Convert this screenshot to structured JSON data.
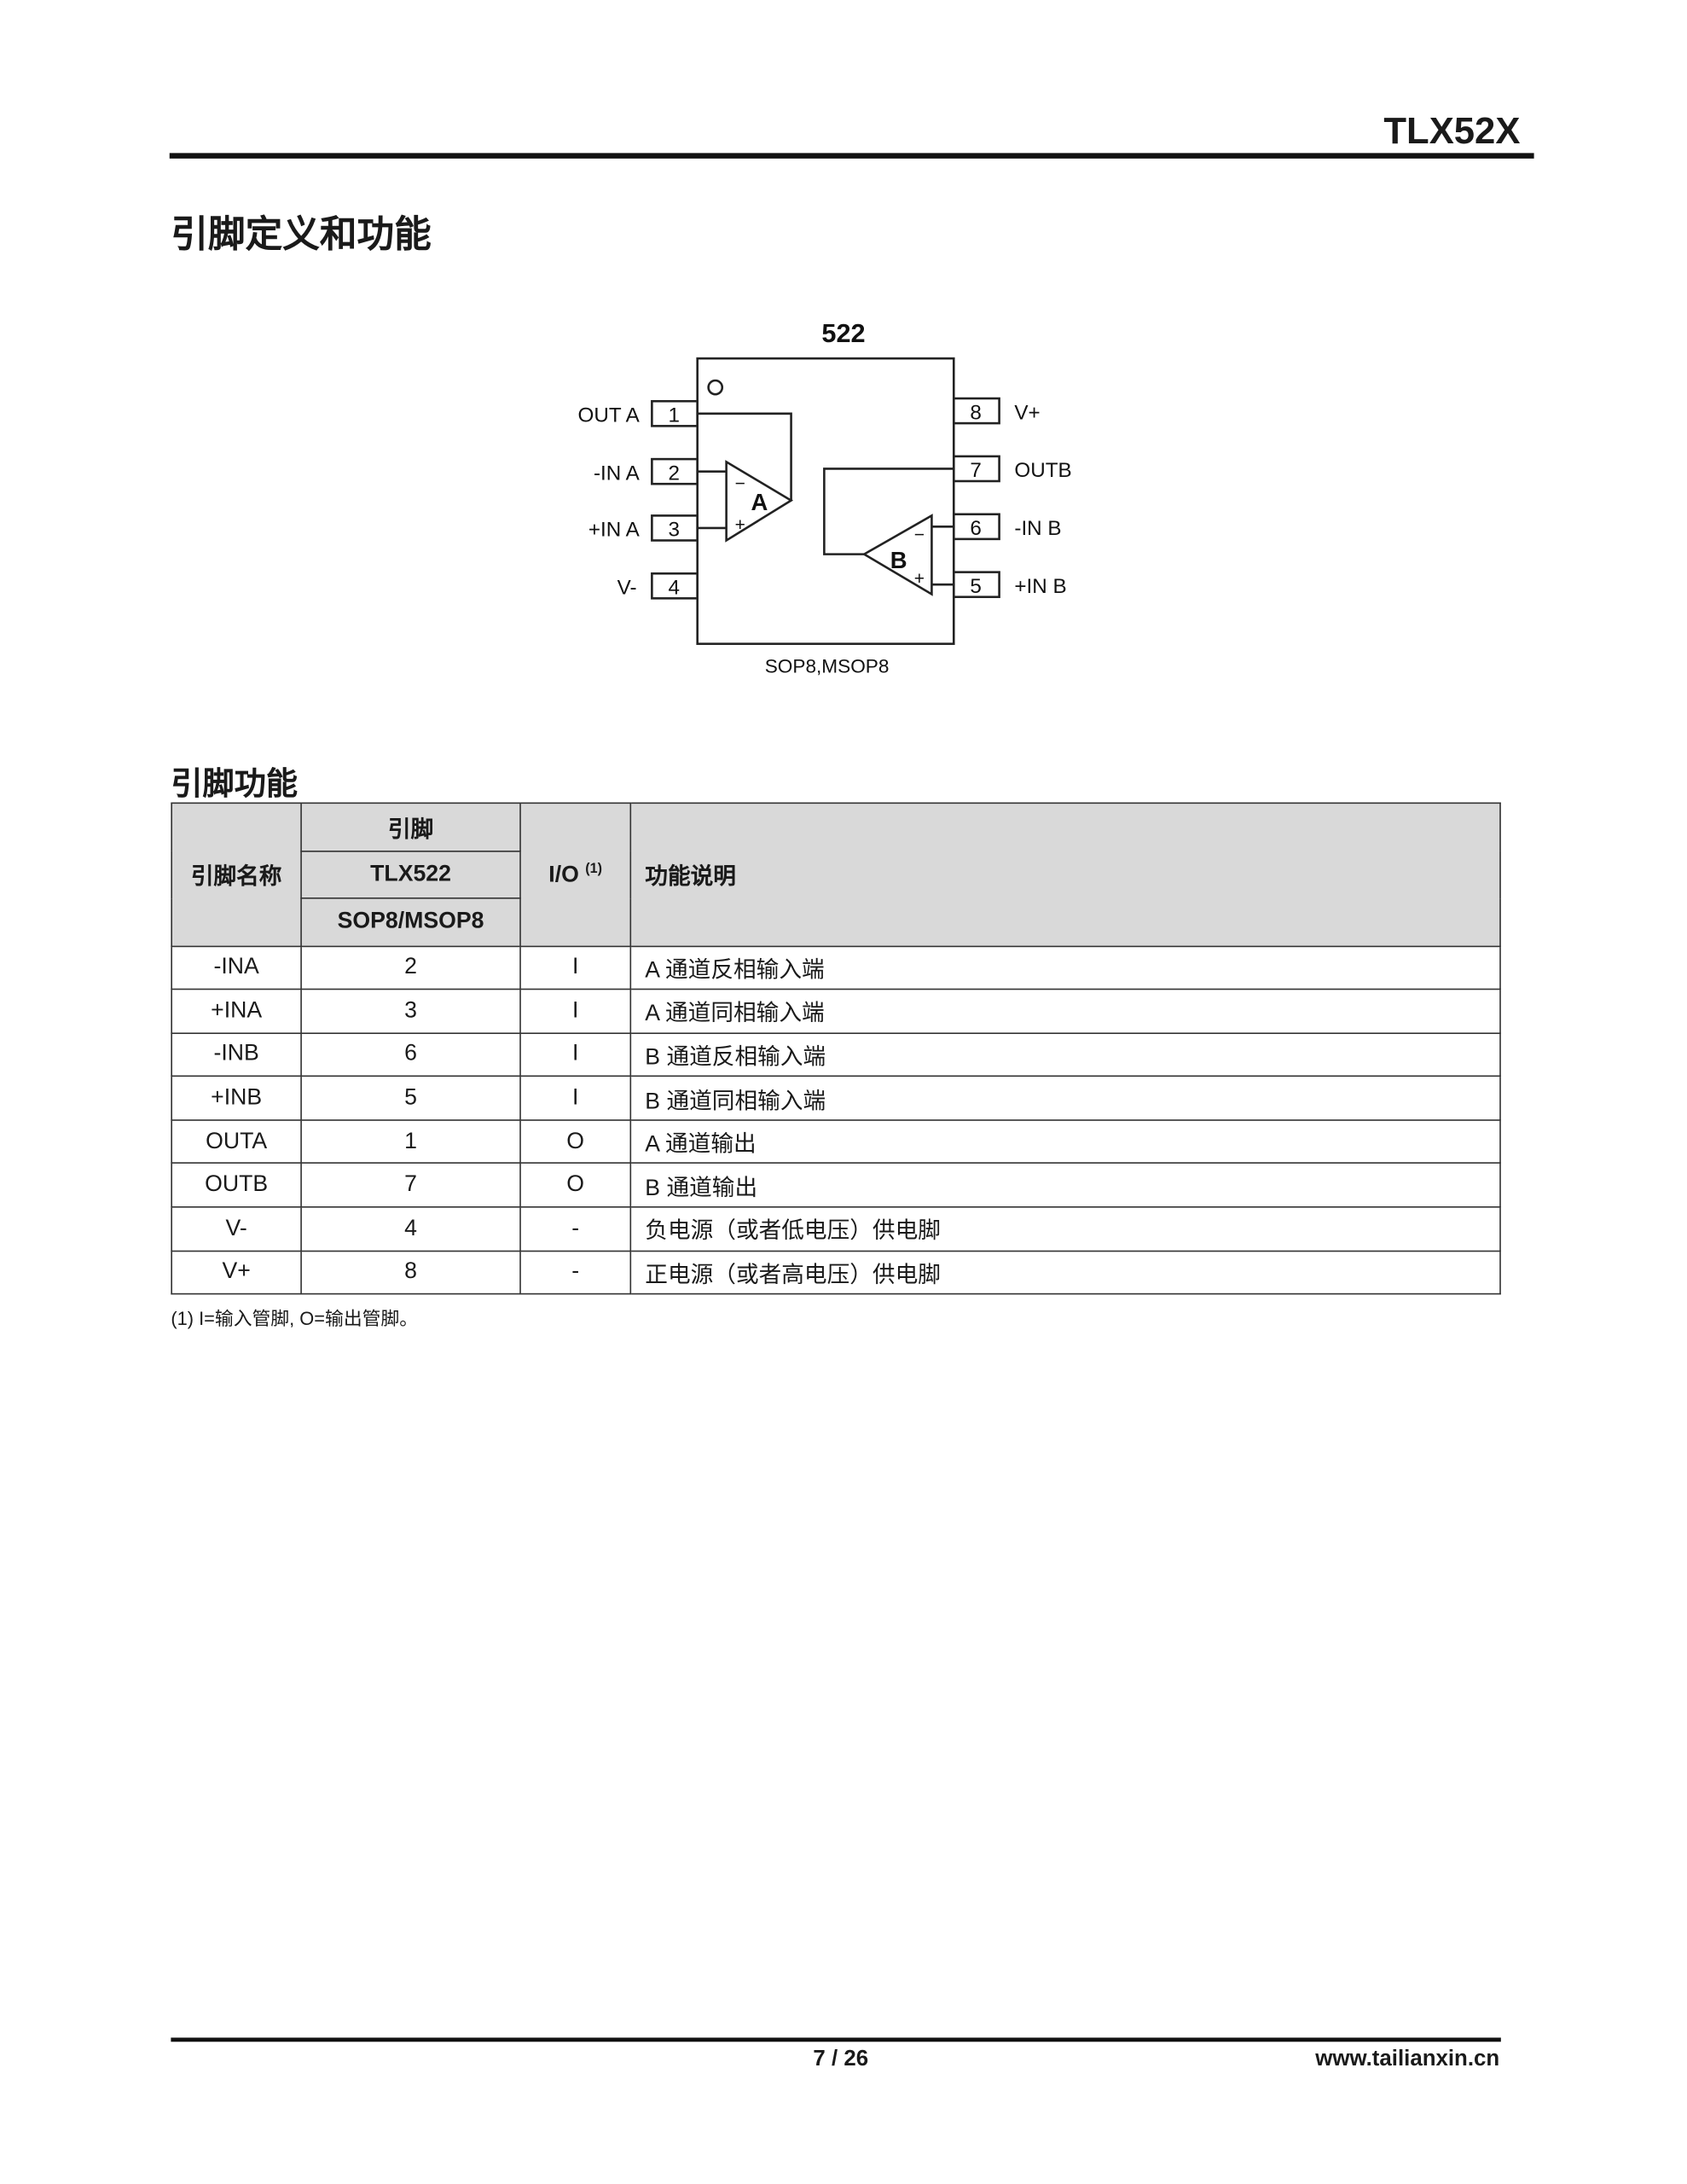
{
  "header": {
    "doc_title": "TLX52X"
  },
  "section_title": "引脚定义和功能",
  "diagram": {
    "part": "522",
    "package": "SOP8,MSOP8",
    "amp_a": "A",
    "amp_b": "B",
    "minus": "−",
    "plus": "+",
    "left_pins": [
      {
        "num": "1",
        "label": "OUT A"
      },
      {
        "num": "2",
        "label": "-IN A"
      },
      {
        "num": "3",
        "label": "+IN A"
      },
      {
        "num": "4",
        "label": "V-"
      }
    ],
    "right_pins": [
      {
        "num": "8",
        "label": "V+"
      },
      {
        "num": "7",
        "label": "OUTB"
      },
      {
        "num": "6",
        "label": "-IN B"
      },
      {
        "num": "5",
        "label": "+IN B"
      }
    ]
  },
  "pin_functions": {
    "title": "引脚功能",
    "headers": {
      "name": "引脚名称",
      "pin": "引脚",
      "part": "TLX522",
      "package": "SOP8/MSOP8",
      "io": "I/O",
      "io_note": "(1)",
      "desc": "功能说明"
    },
    "rows": [
      {
        "name": "-INA",
        "pin": "2",
        "io": "I",
        "desc": "A 通道反相输入端"
      },
      {
        "name": "+INA",
        "pin": "3",
        "io": "I",
        "desc": "A 通道同相输入端"
      },
      {
        "name": "-INB",
        "pin": "6",
        "io": "I",
        "desc": "B 通道反相输入端"
      },
      {
        "name": "+INB",
        "pin": "5",
        "io": "I",
        "desc": "B 通道同相输入端"
      },
      {
        "name": "OUTA",
        "pin": "1",
        "io": "O",
        "desc": "A 通道输出"
      },
      {
        "name": "OUTB",
        "pin": "7",
        "io": "O",
        "desc": "B 通道输出"
      },
      {
        "name": "V-",
        "pin": "4",
        "io": "-",
        "desc": "负电源（或者低电压）供电脚"
      },
      {
        "name": "V+",
        "pin": "8",
        "io": "-",
        "desc": "正电源（或者高电压）供电脚"
      }
    ],
    "footnote": "(1)  I=输入管脚, O=输出管脚。"
  },
  "footer": {
    "page": "7 / 26",
    "url": "www.tailianxin.cn"
  }
}
